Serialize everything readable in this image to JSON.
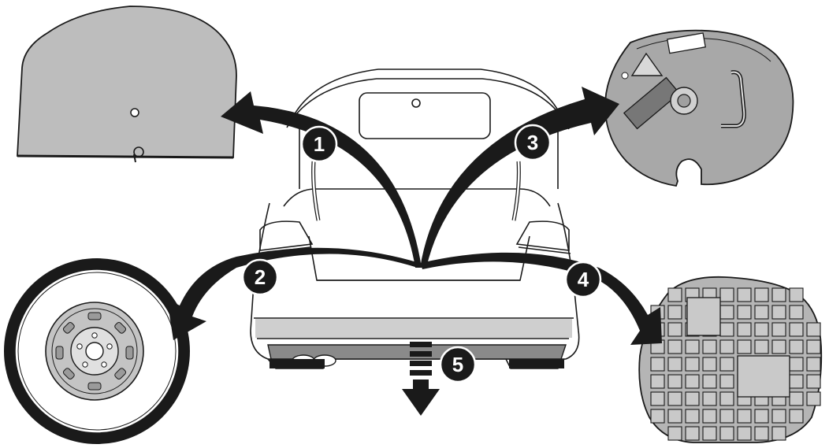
{
  "steps": [
    {
      "number": "1",
      "item": "cover-mat"
    },
    {
      "number": "2",
      "item": "spare-wheel"
    },
    {
      "number": "3",
      "item": "tool-tray"
    },
    {
      "number": "4",
      "item": "foam-insert"
    },
    {
      "number": "5",
      "item": "floor-lowered"
    }
  ],
  "colors": {
    "line": "#1a1a1a",
    "arrow": "#1a1a1a",
    "part_fill": "#bdbdbd",
    "part_fill_dark": "#8c8c8c",
    "car_light": "#d9d9d9",
    "badge": "#1a1a1a",
    "background": "#ffffff"
  }
}
